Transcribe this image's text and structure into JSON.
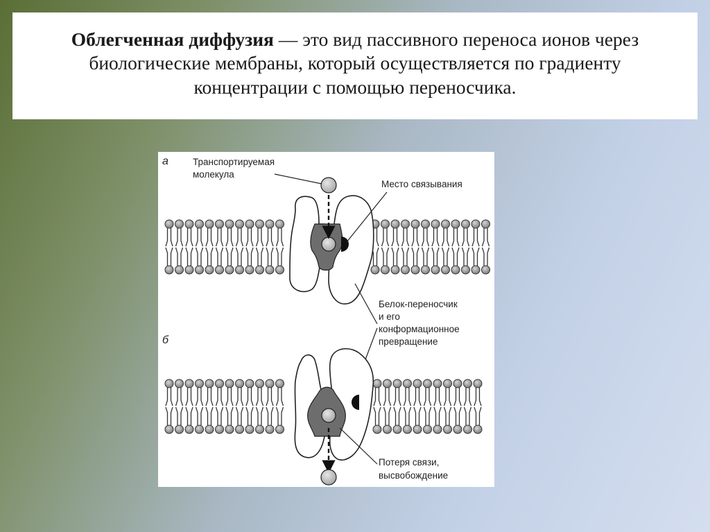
{
  "definition": {
    "term": "Облегченная диффузия",
    "rest": " — это вид пассивного переноса ионов через биологические мембраны, который осуществляется по градиенту концентрации с помощью переносчика."
  },
  "figure": {
    "panel_a": "а",
    "panel_b": "б",
    "transported_molecule_line1": "Транспортируемая",
    "transported_molecule_line2": "молекула",
    "binding_site": "Место связывания",
    "carrier_line1": "Белок-переносчик",
    "carrier_line2": "и его",
    "carrier_line3": "конформационное",
    "carrier_line4": "превращение",
    "release_line1": "Потеря связи,",
    "release_line2": "высвобождение"
  }
}
